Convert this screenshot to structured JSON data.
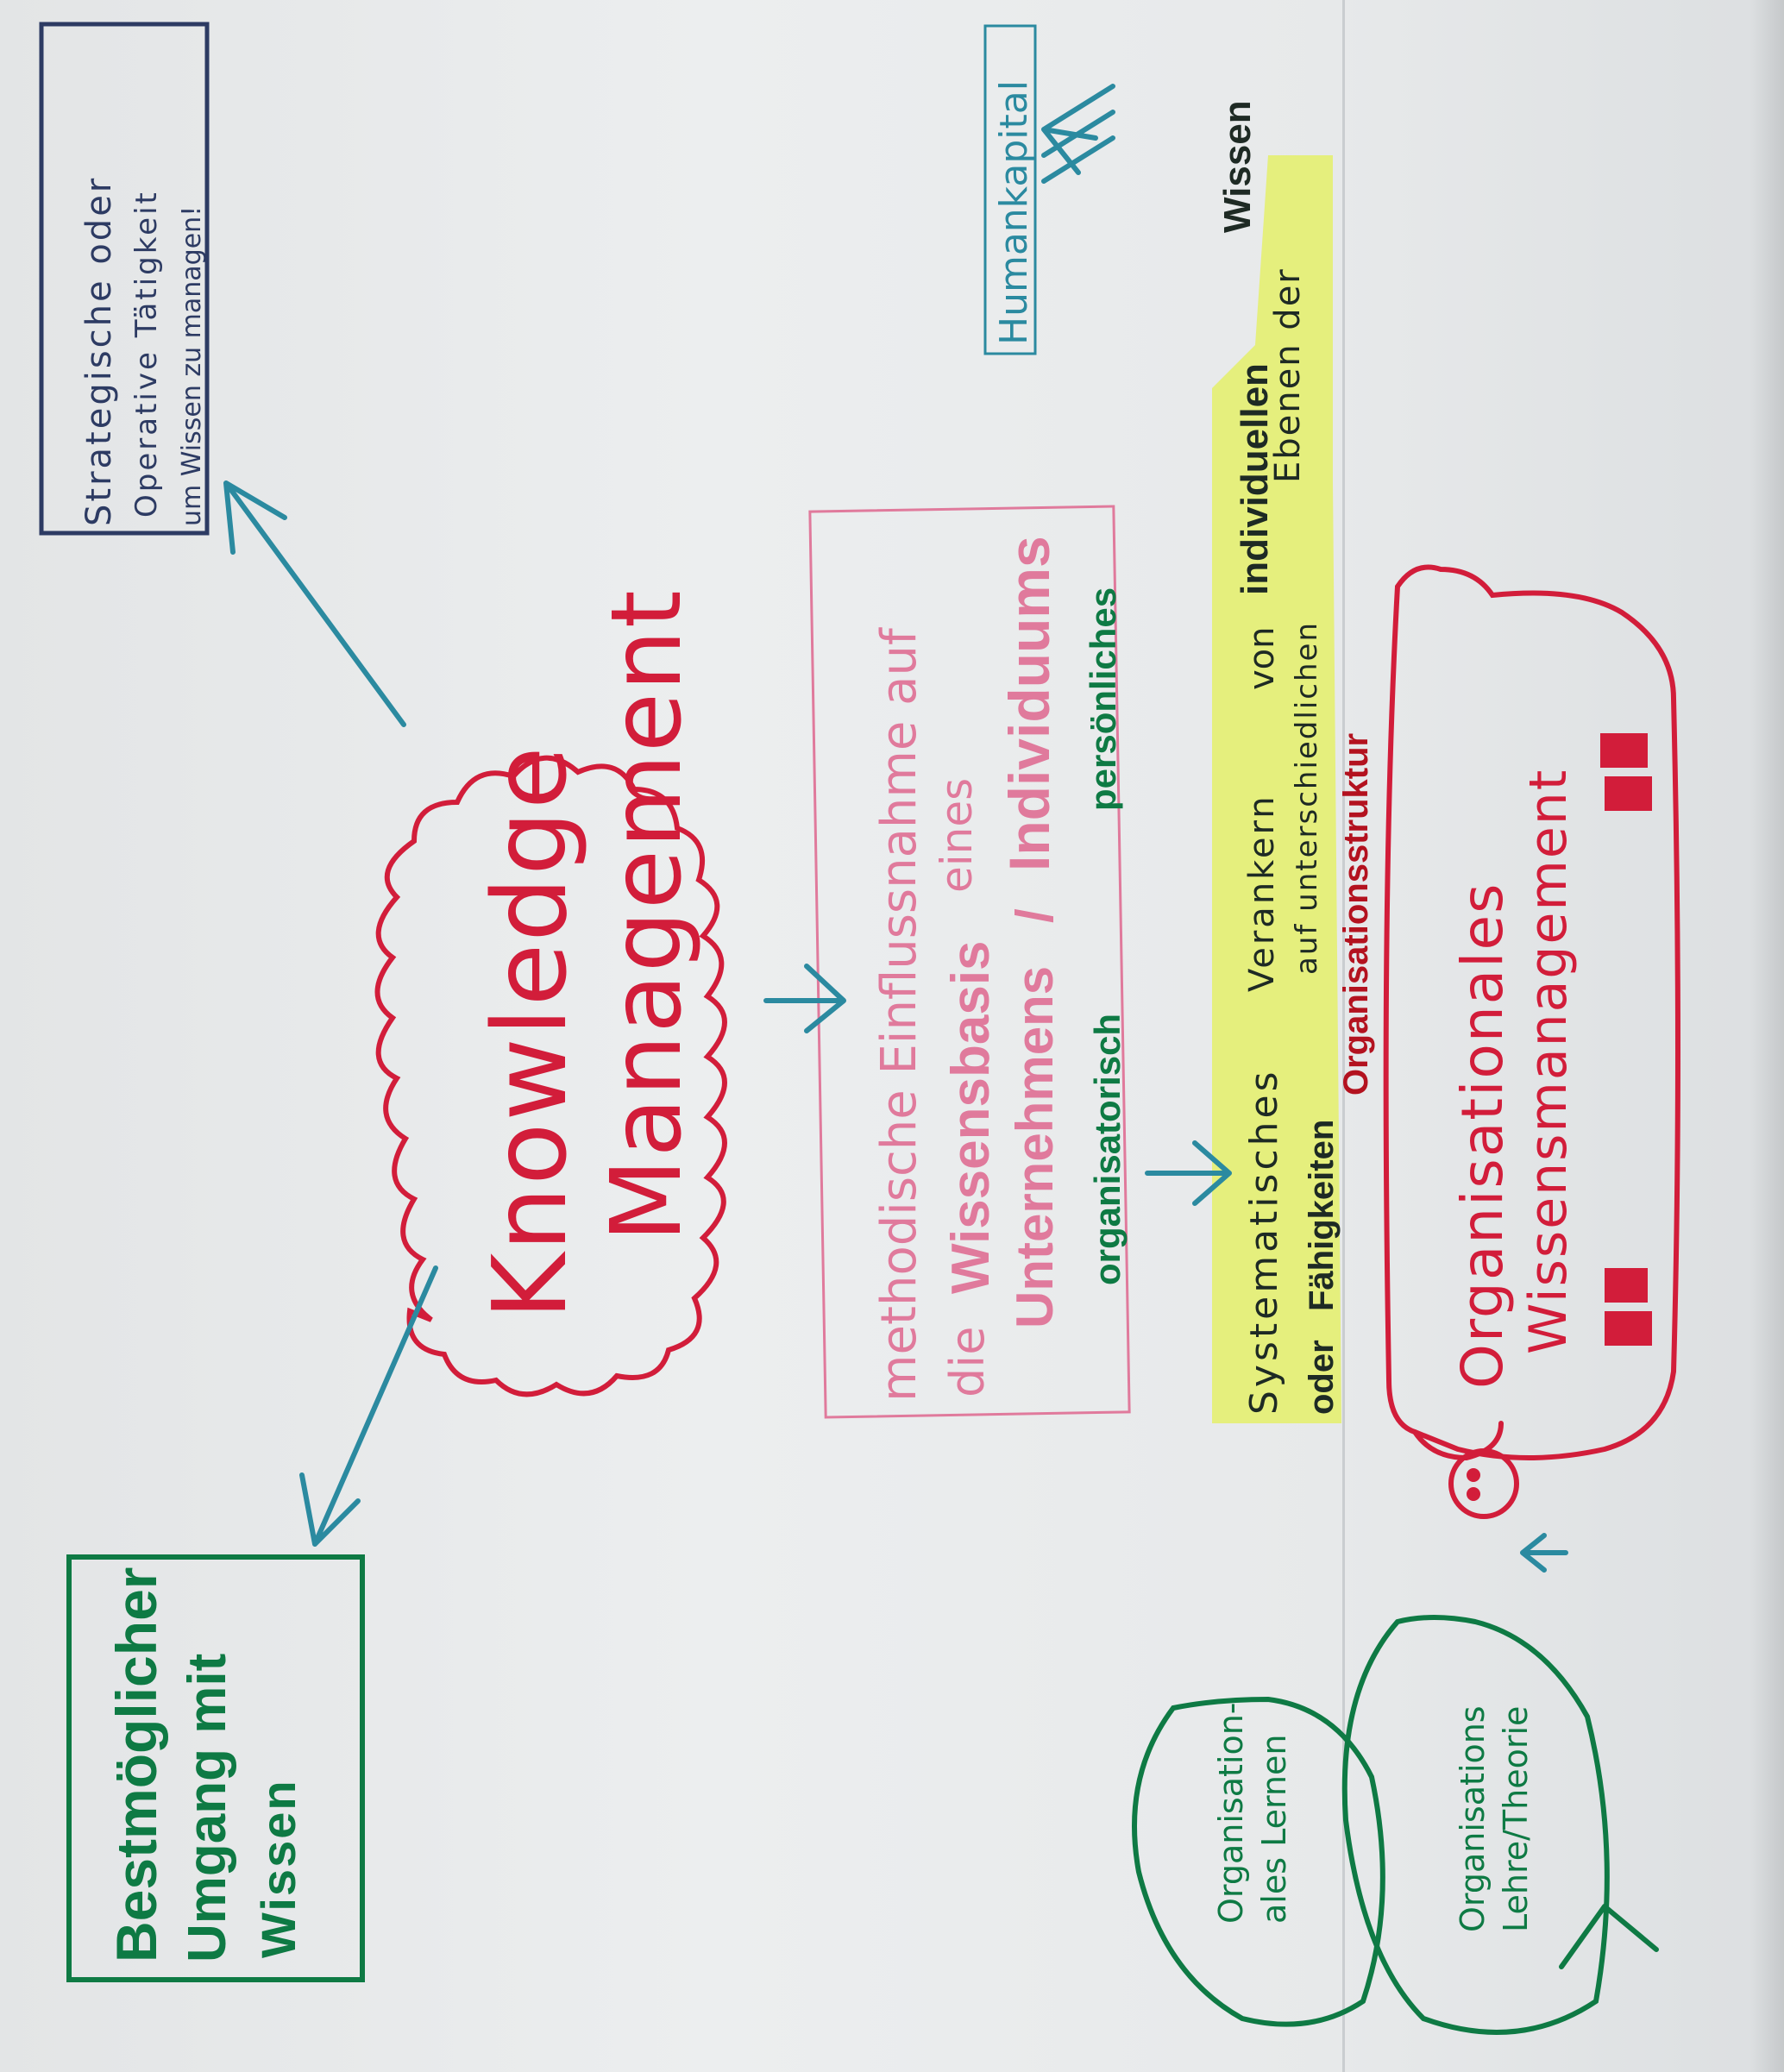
{
  "nodes": {
    "center": {
      "line1": "Knowledge",
      "line2": "Management"
    },
    "top_left_box": {
      "line1": "Strategische oder",
      "line2": "Operative Tätigkeit",
      "line3": "um Wissen zu managen!"
    },
    "bottom_left_box": {
      "line1": "Bestmöglicher",
      "line2": "Umgang mit",
      "line3": "Wissen"
    },
    "middle_box": {
      "line1": "methodische Einflussnahme auf",
      "line2a": "die",
      "line2b": "Wissensbasis",
      "line2c": "eines",
      "line3a": "Unternehmens",
      "line3b": "/",
      "line3c": "Individuums",
      "sub_left": "organisatorisch",
      "sub_right": "persönliches"
    },
    "humankapital": {
      "label": "Humankapital"
    },
    "systematic": {
      "line1a": "Systematisches",
      "line1b": "Verankern",
      "line1c": "von",
      "line1d": "individuellen",
      "line1e": "Wissen",
      "line2a": "oder",
      "line2b": "Fähigkeiten",
      "line2c": "auf unterschiedlichen",
      "line2d": "Ebenen der",
      "line3": "Organisationsstruktur"
    },
    "pig": {
      "line1": "Organisationales",
      "line2": "Wissensmanagement"
    },
    "leaf1": {
      "line1": "Organisation-",
      "line2": "ales Lernen"
    },
    "leaf2": {
      "line1": "Organisations",
      "line2": "Lehre/Theorie"
    }
  },
  "colors": {
    "navy": "#2d3b63",
    "teal": "#2b8aa0",
    "green": "#0e7a44",
    "red": "#d21d3a",
    "pink": "#e07a9c",
    "highlight": "#e4f06a"
  }
}
